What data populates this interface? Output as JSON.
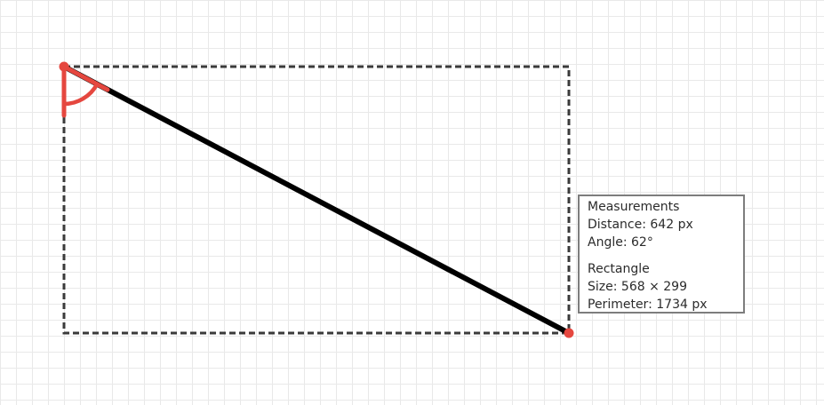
{
  "colors": {
    "line": "#000000",
    "endpoint": "#e5473f",
    "dashed_rect": "#3a3a3a",
    "grid": "#e9e9e9"
  },
  "measurements": {
    "heading": "Measurements",
    "distance_label": "Distance",
    "distance_value": "642 px",
    "angle_label": "Angle",
    "angle_value": "62°"
  },
  "rectangle": {
    "heading": "Rectangle",
    "size_label": "Size",
    "size_value": "568 × 299",
    "perimeter_label": "Perimeter",
    "perimeter_value": "1734 px"
  }
}
